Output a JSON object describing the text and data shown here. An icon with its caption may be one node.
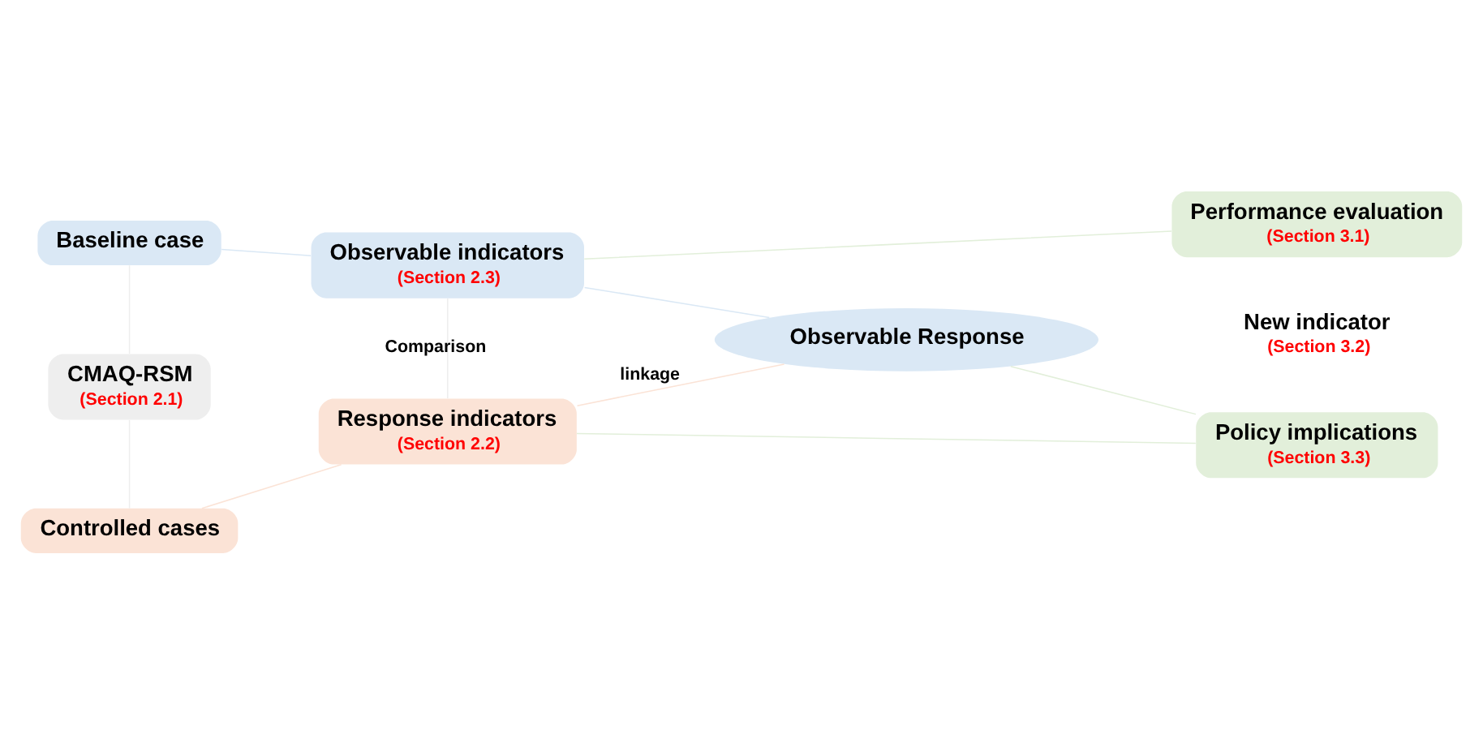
{
  "diagram": {
    "nodes": [
      {
        "text": [
          "Baseline case"
        ]
      },
      {
        "text": [
          "Observable indicators",
          "(Section 2.3)"
        ]
      },
      {
        "text": [
          "Performance evaluation",
          "(Section 3.1)"
        ]
      },
      {
        "text": [
          "CMAQ-RSM",
          "(Section 2.1)"
        ]
      },
      {
        "text": [
          "Observable Response"
        ],
        "beside": [
          "New indicator",
          "(Section 3.2)"
        ]
      },
      {
        "text": [
          "Controlled cases"
        ]
      },
      {
        "text": [
          "Response indicators",
          "(Section 2.2)"
        ]
      },
      {
        "text": [
          "Policy implications",
          "(Section 3.3)"
        ]
      }
    ],
    "edges": [
      {
        "from": 0,
        "to": 1,
        "arrow": "none",
        "color": "#dae8f5"
      },
      {
        "from": 1,
        "to": 2,
        "arrow": "none",
        "color": "#e2efda"
      },
      {
        "from": 0,
        "to": 3,
        "arrow": "none",
        "color": "#eeeeee"
      },
      {
        "from": 3,
        "to": 5,
        "arrow": "none",
        "color": "#eeeeee"
      },
      {
        "from": 1,
        "to": 6,
        "label": "Comparison",
        "arrow": "none",
        "color": "#eeeeee"
      },
      {
        "from": 1,
        "to": 4,
        "arrow": "none",
        "color": "#dae8f5"
      },
      {
        "from": 6,
        "to": 4,
        "label": "linkage",
        "arrow": "none",
        "color": "#fbe3d6"
      },
      {
        "from": 5,
        "to": 6,
        "arrow": "none",
        "color": "#fbe3d6"
      },
      {
        "from": 6,
        "to": 7,
        "arrow": "none",
        "color": "#e2efda"
      },
      {
        "from": 4,
        "to": 7,
        "arrow": "none",
        "color": "#e2efda"
      }
    ]
  }
}
